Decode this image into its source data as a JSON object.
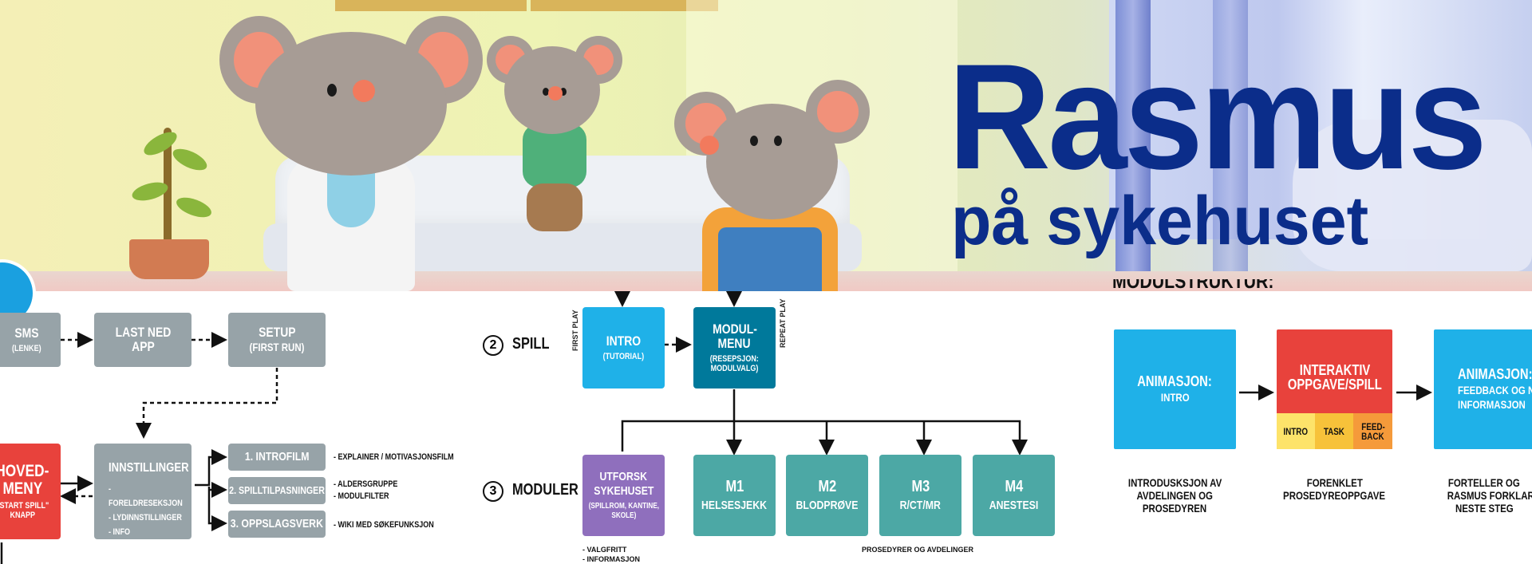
{
  "hero": {
    "title_line1": "Rasmus",
    "title_line2": "på sykehuset",
    "title_color": "#0b2d8a"
  },
  "flow": {
    "sms": {
      "label": "SMS",
      "sub": "(LENKE)"
    },
    "download": {
      "label": "LAST NED",
      "label2": "APP"
    },
    "setup": {
      "label": "SETUP",
      "sub": "(FIRST RUN)"
    },
    "main_menu": {
      "label": "HOVED-",
      "label2": "MENY",
      "sub": "\"START SPILL\"",
      "sub2": "KNAPP"
    },
    "settings": {
      "label": "INNSTILLINGER",
      "items": [
        "- FORELDRESEKSJON",
        "- LYDINNSTILLINGER",
        "- INFO"
      ]
    },
    "intro_film": {
      "label": "1. INTROFILM",
      "note": "- EXPLAINER / MOTIVASJONSFILM"
    },
    "game_adjust": {
      "label": "2. SPILLTILPASNINGER",
      "note1": "- ALDERSGRUPPE",
      "note2": "- MODULFILTER"
    },
    "reference": {
      "label": "3. OPPSLAGSVERK",
      "note": "- WIKI MED SØKEFUNKSJON"
    }
  },
  "play": {
    "number": "2",
    "section": "SPILL",
    "first_play": "FIRST PLAY",
    "repeat_play": "REPEAT PLAY",
    "intro": {
      "label": "INTRO",
      "sub": "(TUTORIAL)"
    },
    "module_menu": {
      "label": "MODUL-",
      "label2": "MENU",
      "sub": "(RESEPSJON:",
      "sub2": "MODULVALG)"
    }
  },
  "modules": {
    "number": "3",
    "section": "MODULER",
    "explore": {
      "label": "UTFORSK",
      "label2": "SYKEHUSET",
      "sub": "(SPILLROM, KANTINE,",
      "sub2": "SKOLE)"
    },
    "explore_notes": [
      "- VALGFRITT",
      "- INFORMASJON"
    ],
    "items": [
      {
        "code": "M1",
        "name": "HELSESJEKK"
      },
      {
        "code": "M2",
        "name": "BLODPRØVE"
      },
      {
        "code": "M3",
        "name": "R/CT/MR"
      },
      {
        "code": "M4",
        "name": "ANESTESI"
      }
    ],
    "footer": "PROSEDYRER OG AVDELINGER"
  },
  "structure": {
    "heading": "MODULSTRUKTUR:",
    "anim_intro": {
      "label": "ANIMASJON:",
      "sub": "INTRO"
    },
    "interactive": {
      "label": "INTERAKTIV",
      "label2": "OPPGAVE/SPILL",
      "parts": [
        "INTRO",
        "TASK",
        "FEED-",
        "BACK"
      ]
    },
    "anim_feedback": {
      "label": "ANIMASJON:",
      "sub": "FEEDBACK OG NY",
      "sub2": "INFORMASJON"
    },
    "captions": [
      [
        "INTRODUSKSJON AV",
        "AVDELINGEN OG",
        "PROSEDYREN"
      ],
      [
        "FORENKLET",
        "PROSEDYREOPPGAVE"
      ],
      [
        "FORTELLER OG",
        "RASMUS FORKLARER",
        "NESTE STEG"
      ]
    ]
  }
}
